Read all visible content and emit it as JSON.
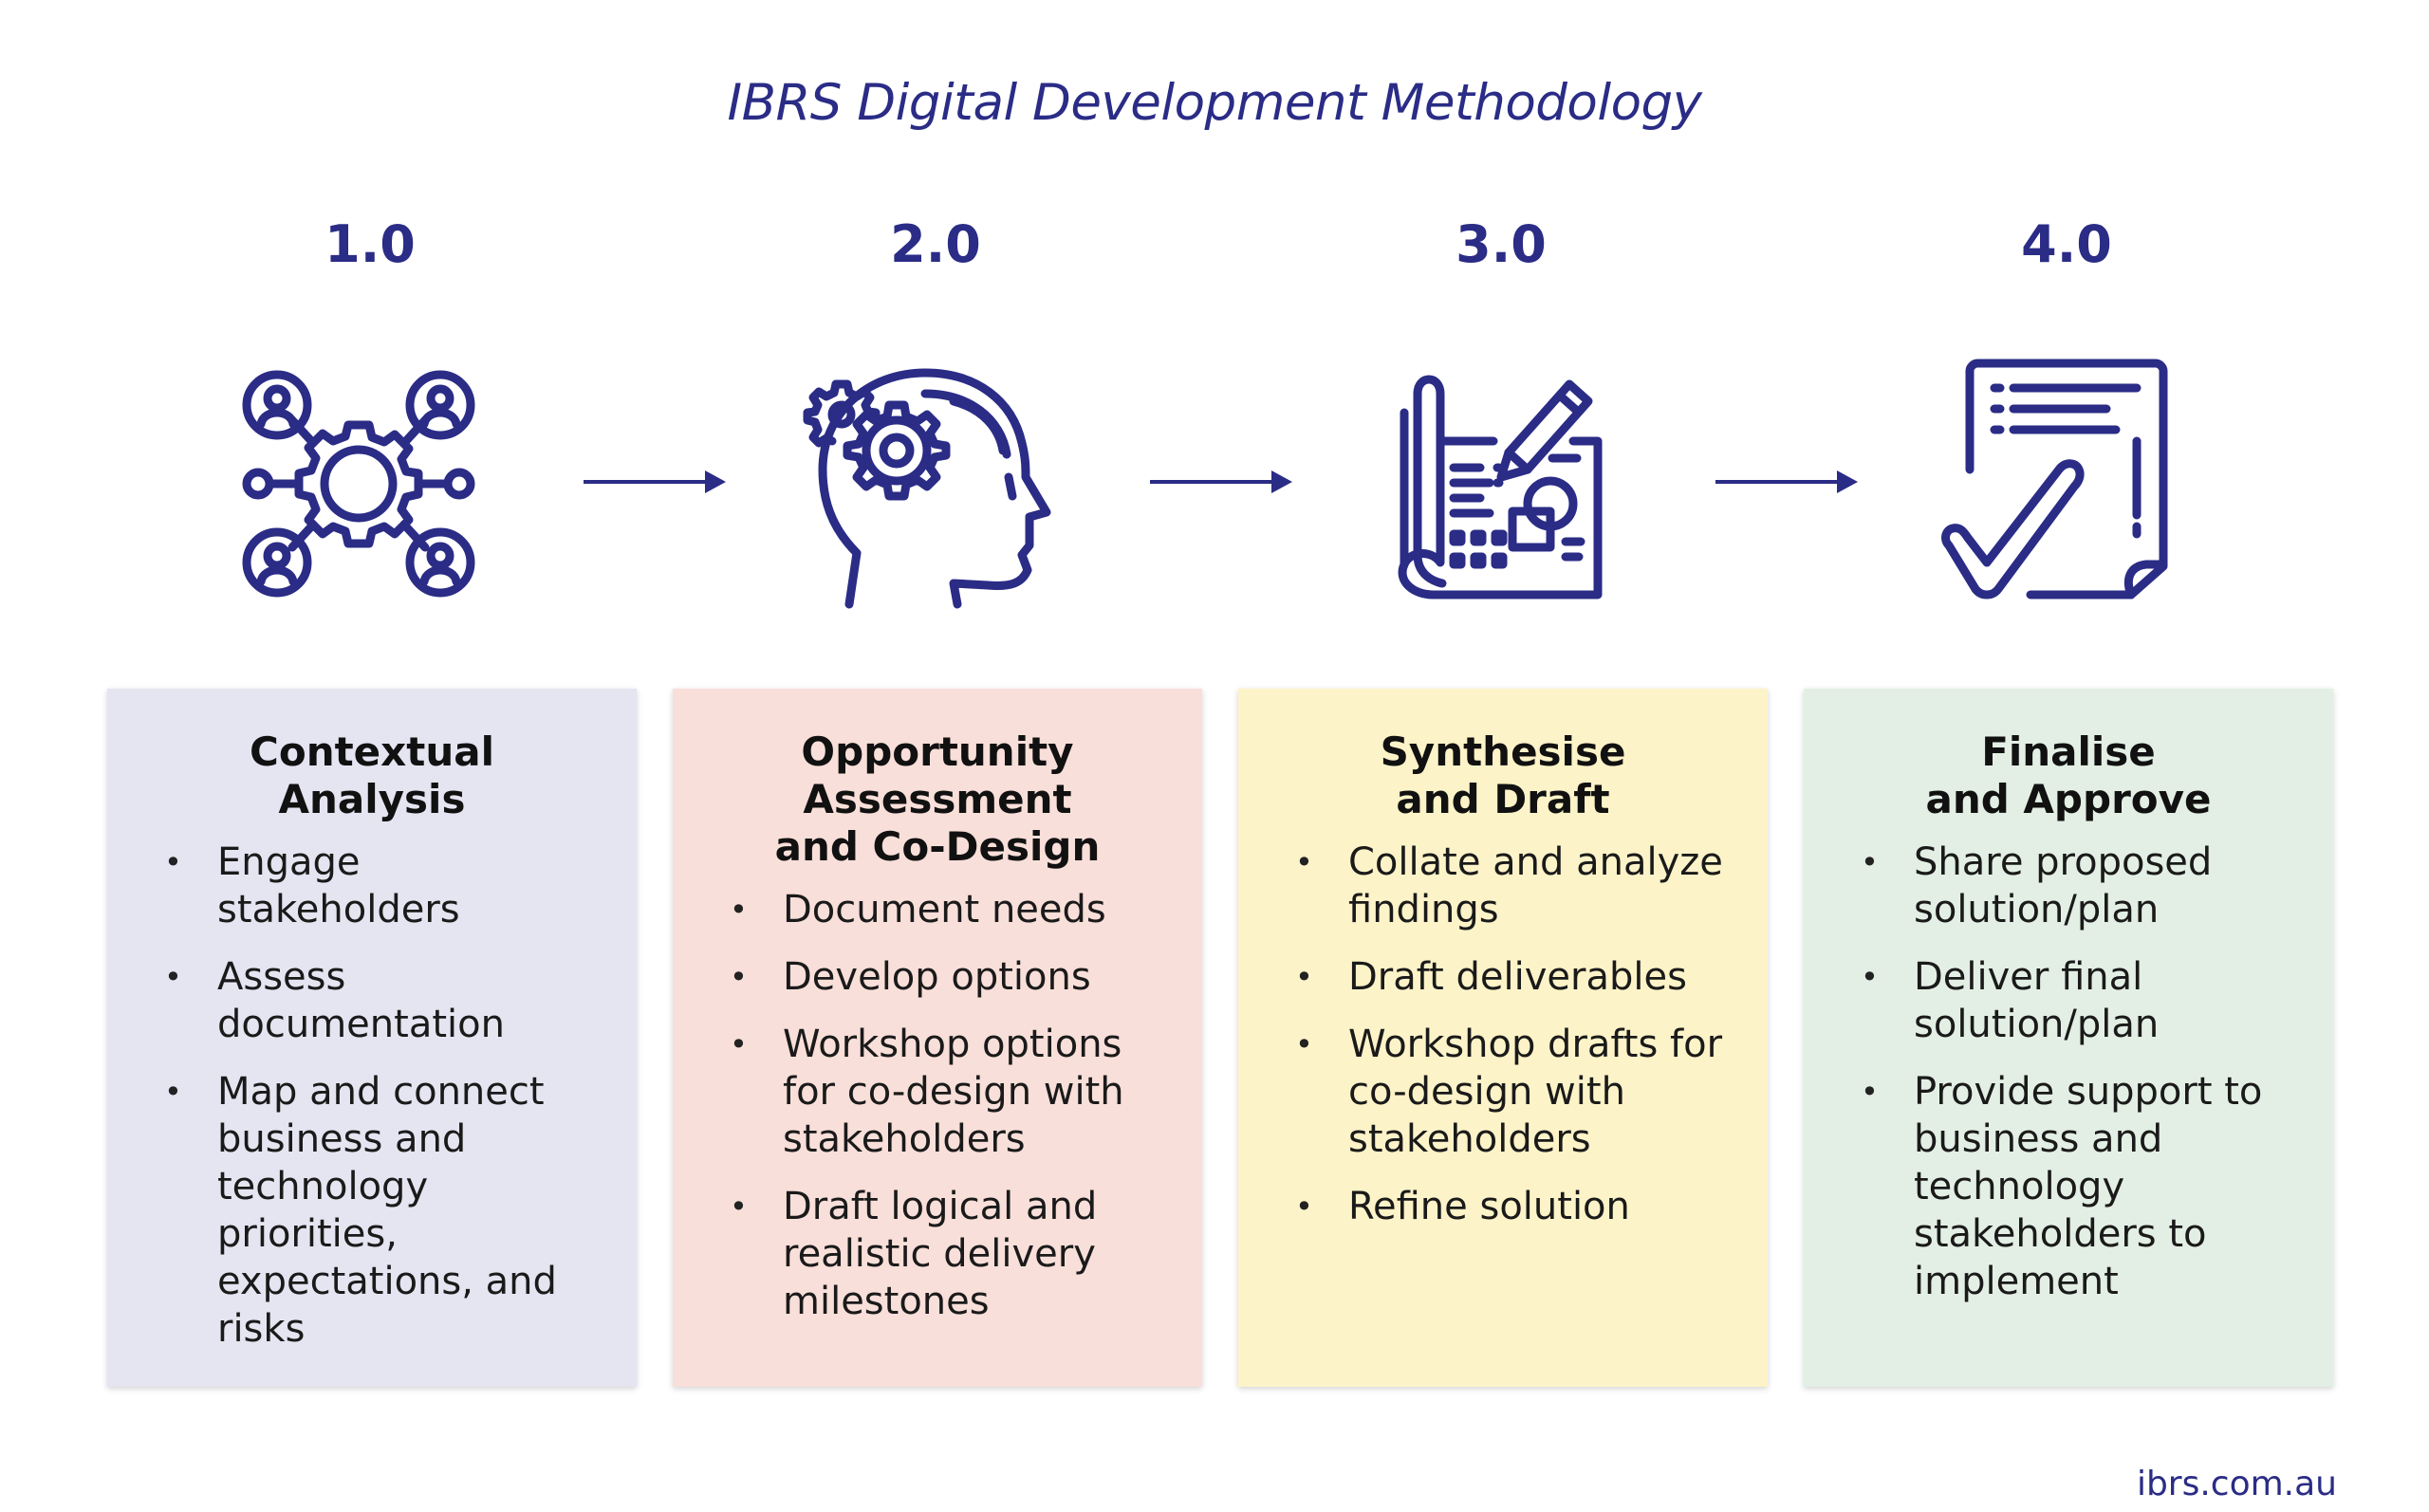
{
  "title": "IBRS Digital Development Methodology",
  "colors": {
    "accent": "#2a2c86",
    "card1": "#e5e4f1",
    "card2": "#f9dfd9",
    "card3": "#fdf3c8",
    "card4": "#e3efe4"
  },
  "steps": [
    {
      "number": "1.0",
      "icon": "network-gear-people-icon",
      "title_lines": [
        "Contextual",
        "Analysis"
      ],
      "bullets": [
        [
          "Engage",
          "stakeholders"
        ],
        [
          "Assess",
          "documentation"
        ],
        [
          "Map and connect",
          "business and",
          "technology priorities,",
          "expectations, and",
          "risks"
        ]
      ]
    },
    {
      "number": "2.0",
      "icon": "head-gears-icon",
      "title_lines": [
        "Opportunity",
        "Assessment",
        "and Co-Design"
      ],
      "bullets": [
        [
          "Document needs"
        ],
        [
          "Develop options"
        ],
        [
          "Workshop options",
          "for co-design with",
          "stakeholders"
        ],
        [
          "Draft logical and",
          "realistic delivery",
          "milestones"
        ]
      ]
    },
    {
      "number": "3.0",
      "icon": "blueprint-pencil-icon",
      "title_lines": [
        "Synthesise",
        "and Draft"
      ],
      "bullets": [
        [
          "Collate and analyze",
          "findings"
        ],
        [
          "Draft deliverables"
        ],
        [
          "Workshop drafts for",
          "co-design with",
          "stakeholders"
        ],
        [
          "Refine solution"
        ]
      ]
    },
    {
      "number": "4.0",
      "icon": "document-checkmark-icon",
      "title_lines": [
        "Finalise",
        "and Approve"
      ],
      "bullets": [
        [
          "Share proposed",
          "solution/plan"
        ],
        [
          "Deliver final",
          "solution/plan"
        ],
        [
          "Provide support to",
          "business and",
          "technology",
          "stakeholders to",
          "implement"
        ]
      ]
    }
  ],
  "footer": "ibrs.com.au"
}
